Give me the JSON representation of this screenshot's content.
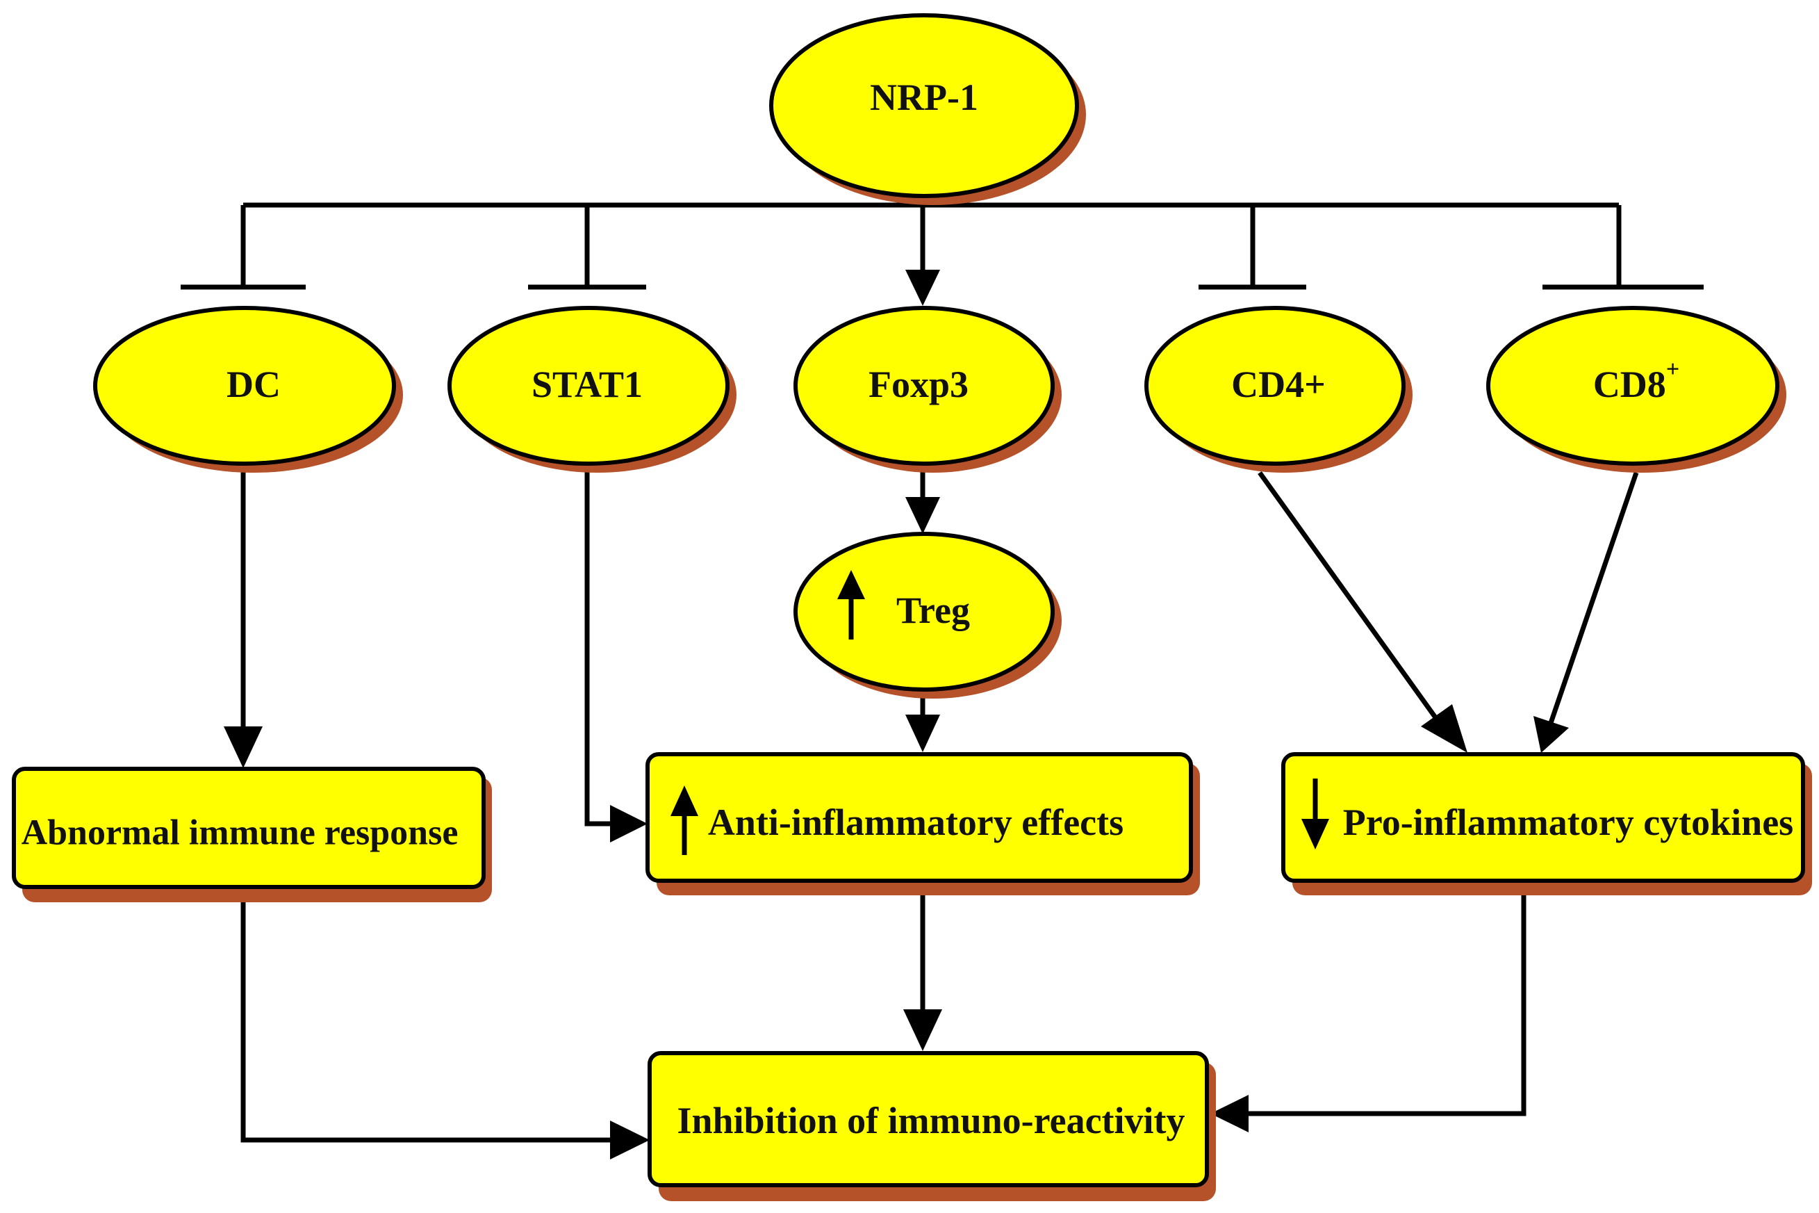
{
  "colors": {
    "node_fill": "#ffff00",
    "shadow": "#b5522a",
    "line": "#000000",
    "text": "#111111"
  },
  "nodes": {
    "nrp1": {
      "label": "NRP-1"
    },
    "dc": {
      "label": "DC"
    },
    "stat1": {
      "label": "STAT1"
    },
    "foxp3": {
      "label": "Foxp3"
    },
    "cd4": {
      "label": "CD4+"
    },
    "cd8": {
      "label": "CD8",
      "superscript": "+"
    },
    "treg": {
      "label": "Treg",
      "indicator": "up-arrow-icon"
    },
    "abnormal": {
      "label": "Abnormal immune response"
    },
    "anti": {
      "label": "Anti-inflammatory effects",
      "indicator": "up-arrow-icon"
    },
    "pro": {
      "label": "Pro-inflammatory cytokines",
      "indicator": "down-arrow-icon"
    },
    "inhibition": {
      "label": "Inhibition of immuno-reactivity"
    }
  },
  "edges": [
    {
      "from": "nrp1",
      "to": "dc",
      "type": "inhibit"
    },
    {
      "from": "nrp1",
      "to": "stat1",
      "type": "inhibit"
    },
    {
      "from": "nrp1",
      "to": "foxp3",
      "type": "activate"
    },
    {
      "from": "nrp1",
      "to": "cd4",
      "type": "inhibit"
    },
    {
      "from": "nrp1",
      "to": "cd8",
      "type": "inhibit"
    },
    {
      "from": "dc",
      "to": "abnormal",
      "type": "activate"
    },
    {
      "from": "stat1",
      "to": "anti",
      "type": "activate"
    },
    {
      "from": "foxp3",
      "to": "treg",
      "type": "activate"
    },
    {
      "from": "treg",
      "to": "anti",
      "type": "activate"
    },
    {
      "from": "cd4",
      "to": "pro",
      "type": "activate"
    },
    {
      "from": "cd8",
      "to": "pro",
      "type": "activate"
    },
    {
      "from": "abnormal",
      "to": "inhibition",
      "type": "activate"
    },
    {
      "from": "anti",
      "to": "inhibition",
      "type": "activate"
    },
    {
      "from": "pro",
      "to": "inhibition",
      "type": "activate"
    }
  ]
}
